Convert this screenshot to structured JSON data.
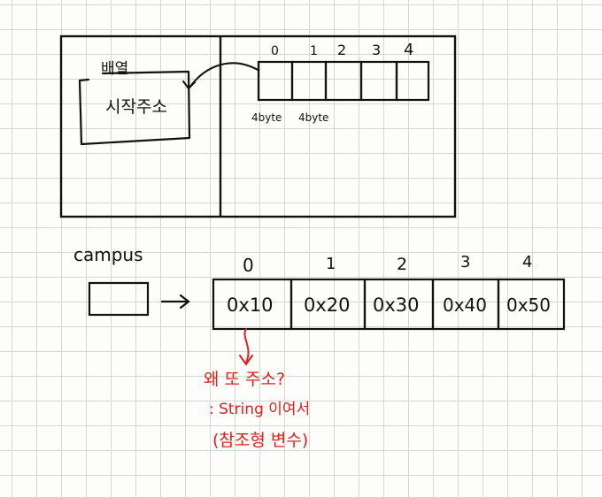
{
  "top_diagram": {
    "label_lines": [
      "배열",
      "시작주소"
    ],
    "indices": [
      "0",
      "1",
      "2",
      "3",
      "4"
    ],
    "cell_sizes": [
      "4byte",
      "4byte"
    ]
  },
  "bottom_diagram": {
    "variable_name": "campus",
    "indices": [
      "0",
      "1",
      "2",
      "3",
      "4"
    ],
    "cells": [
      "0x10",
      "0x20",
      "0x30",
      "0x40",
      "0x50"
    ]
  },
  "note": {
    "lines": [
      "왜 또 주소?",
      ": String 이여서",
      "(참조형 변수)"
    ],
    "color": "#e0201b"
  },
  "colors": {
    "ink": "#111111",
    "grid": "#d6d6d2",
    "paper": "#fdfdfb"
  }
}
